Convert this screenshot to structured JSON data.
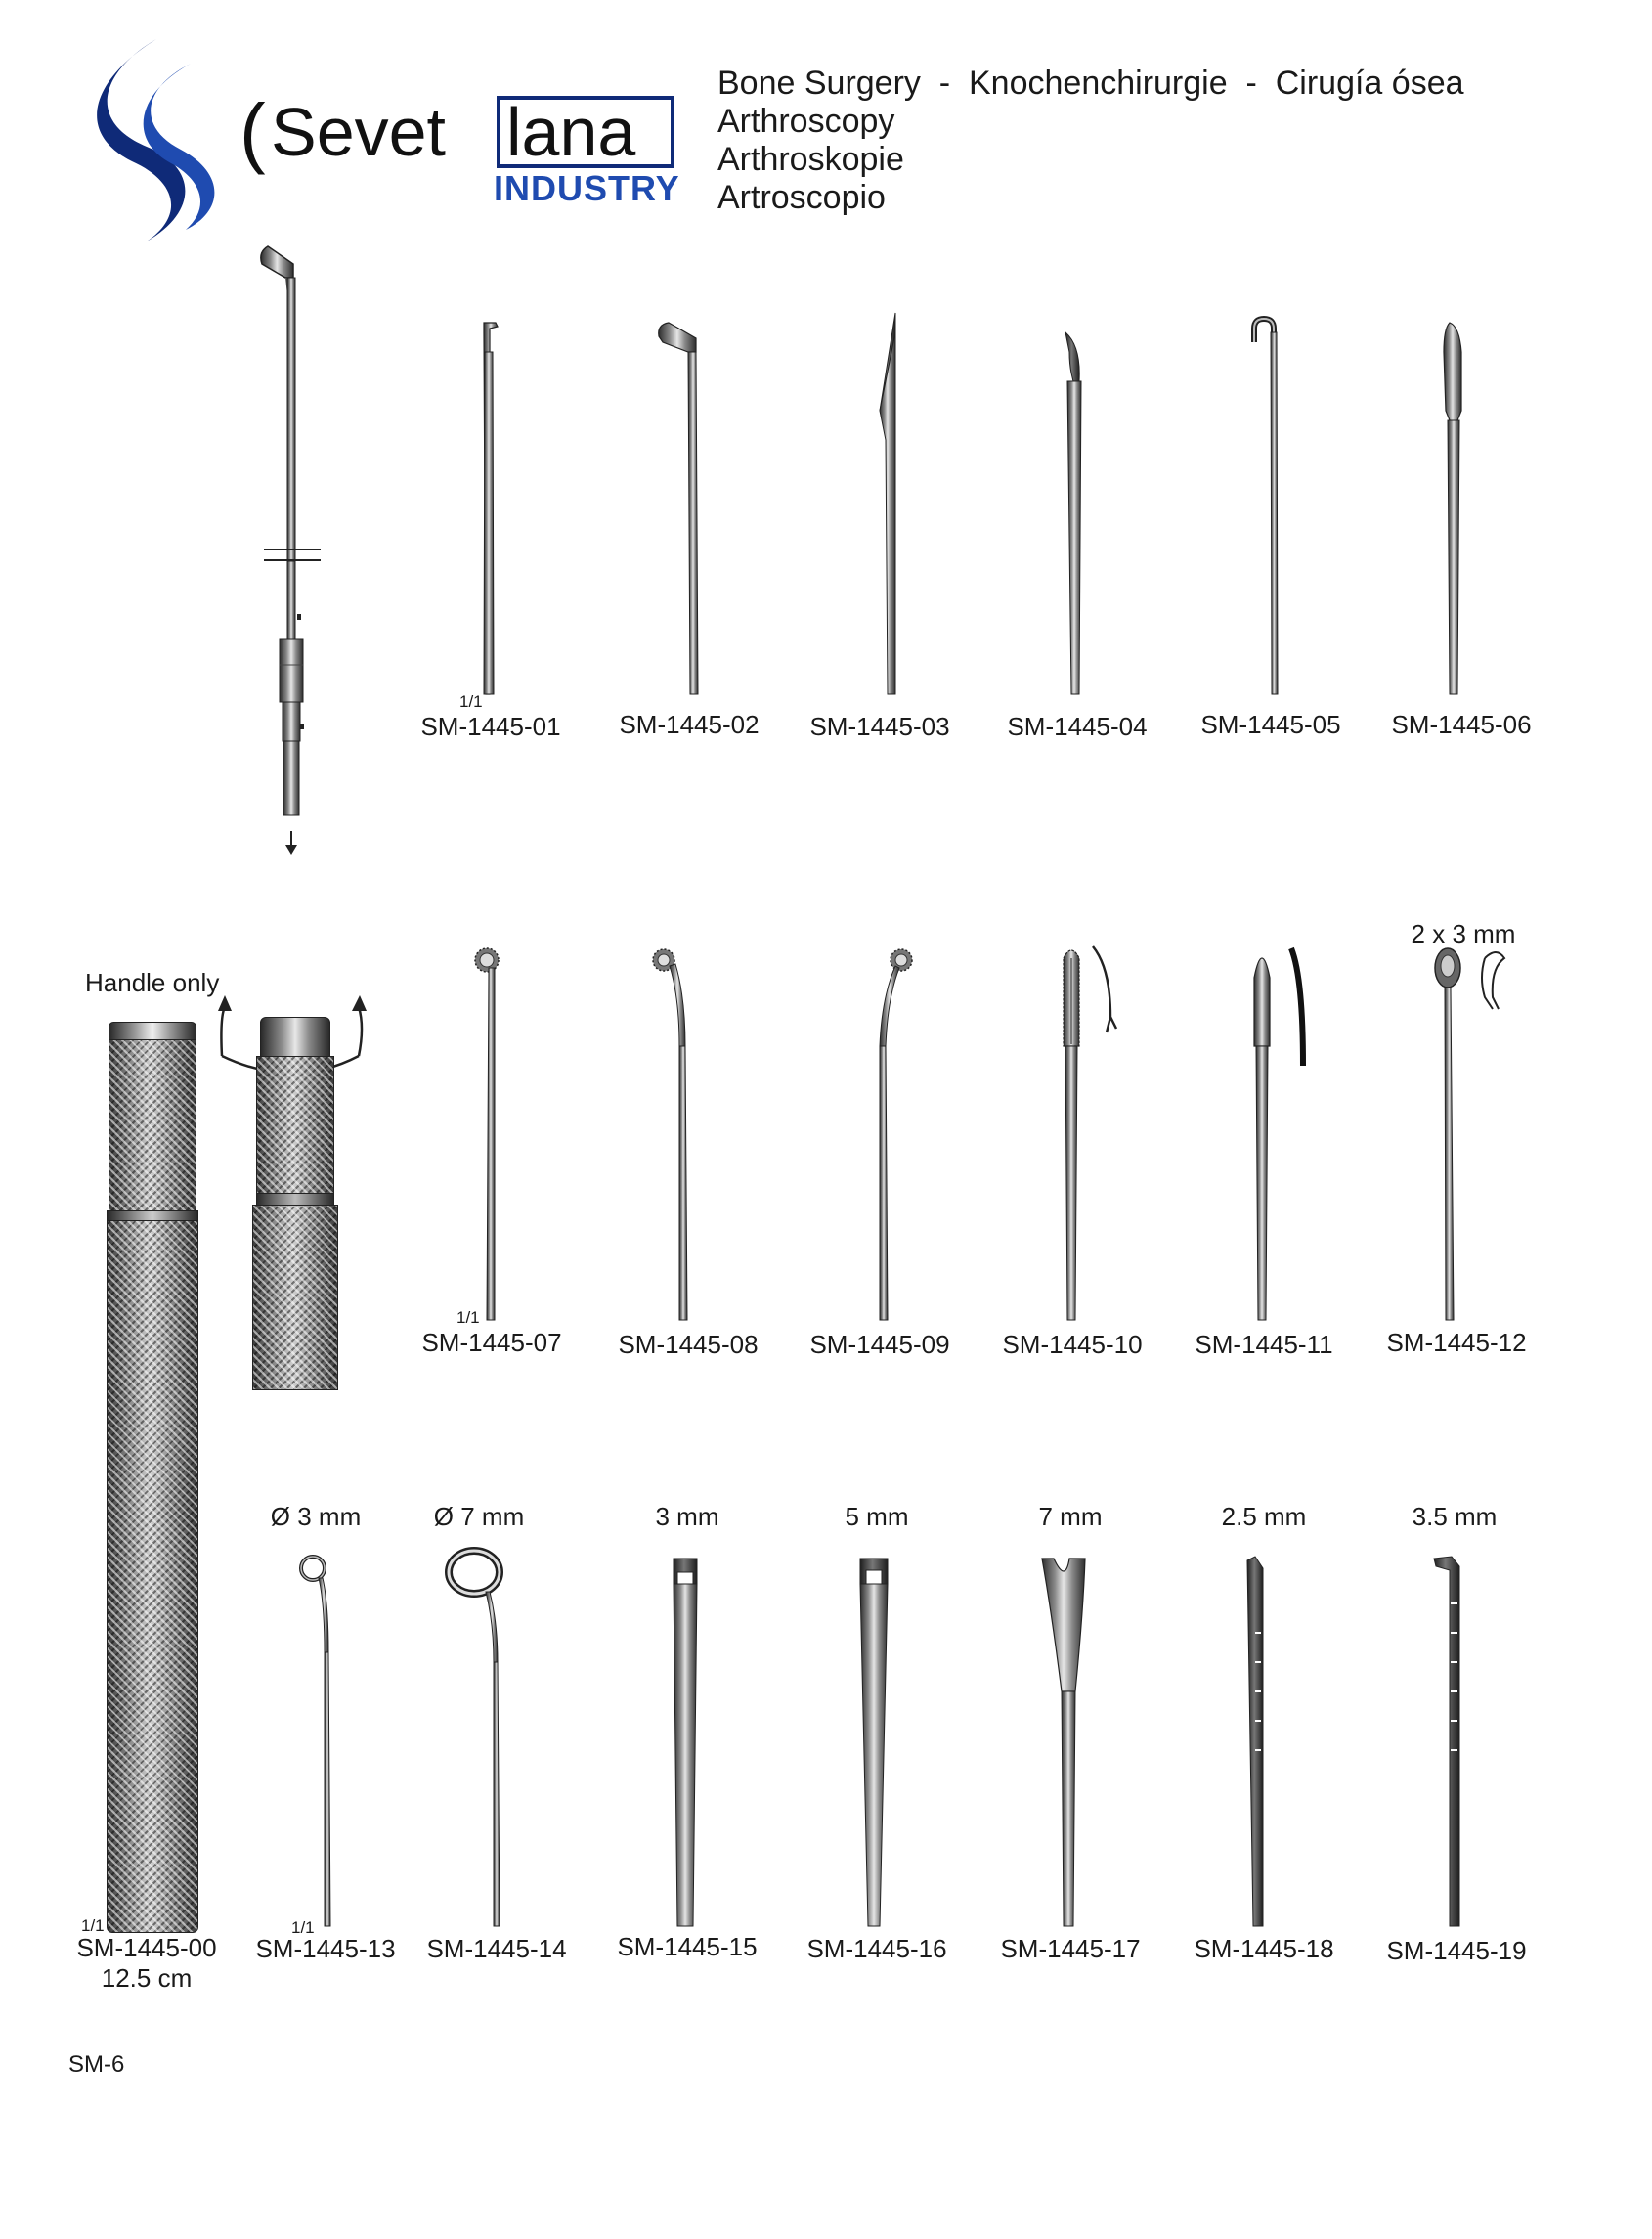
{
  "brand": {
    "name_part1": "Sevet",
    "name_part2": "lana",
    "sub": "INDUSTRY",
    "color_dark": "#0f2a78",
    "color_blue": "#1f4bb0"
  },
  "header": {
    "title_line": "Bone Surgery  -  Knochenchirurgie  -  Cirugía ósea",
    "lines": [
      "Arthroscopy",
      "Arthroskopie",
      "Artroscopio"
    ]
  },
  "handle": {
    "label": "Handle only",
    "code": "SM-1445-00",
    "length": "12.5 cm",
    "scale": "1/1"
  },
  "rows": [
    {
      "scale": "1/1",
      "items": [
        {
          "code": "SM-1445-01",
          "tip": "probe-hook-small"
        },
        {
          "code": "SM-1445-02",
          "tip": "angled-flat"
        },
        {
          "code": "SM-1445-03",
          "tip": "knife-pointed"
        },
        {
          "code": "SM-1445-04",
          "tip": "knife-curved"
        },
        {
          "code": "SM-1445-05",
          "tip": "hook"
        },
        {
          "code": "SM-1445-06",
          "tip": "spatula"
        }
      ]
    },
    {
      "scale": "1/1",
      "items": [
        {
          "code": "SM-1445-07",
          "tip": "rasp-round-straight"
        },
        {
          "code": "SM-1445-08",
          "tip": "rasp-round-curved"
        },
        {
          "code": "SM-1445-09",
          "tip": "rasp-round-curved-2"
        },
        {
          "code": "SM-1445-10",
          "tip": "rasp-serrated"
        },
        {
          "code": "SM-1445-11",
          "tip": "elevator"
        },
        {
          "code": "SM-1445-12",
          "tip": "curette-oval",
          "dim": "2 x 3 mm"
        }
      ]
    },
    {
      "scale": "1/1",
      "items": [
        {
          "code": "SM-1445-13",
          "tip": "ring-small",
          "dim": "Ø 3 mm"
        },
        {
          "code": "SM-1445-14",
          "tip": "ring-large",
          "dim": "Ø 7 mm"
        },
        {
          "code": "SM-1445-15",
          "tip": "fork-narrow",
          "dim": "3 mm"
        },
        {
          "code": "SM-1445-16",
          "tip": "fork-medium",
          "dim": "5 mm"
        },
        {
          "code": "SM-1445-17",
          "tip": "fork-wide",
          "dim": "7 mm"
        },
        {
          "code": "SM-1445-18",
          "tip": "graduated-probe",
          "dim": "2.5 mm"
        },
        {
          "code": "SM-1445-19",
          "tip": "graduated-probe-long",
          "dim": "3.5 mm"
        }
      ]
    }
  ],
  "page_ref": "SM-6"
}
